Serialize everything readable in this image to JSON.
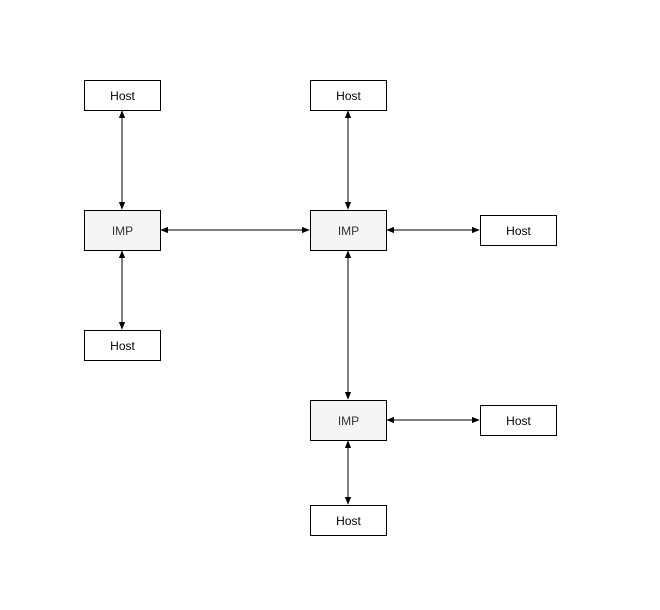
{
  "colors": {
    "background": "#ffffff",
    "stroke": "#000000",
    "imp_fill": "#f5f5f5",
    "imp_text": "#333333",
    "host_fill": "#ffffff",
    "host_text": "#000000"
  },
  "nodes": {
    "host_top_left": {
      "label": "Host",
      "kind": "host"
    },
    "host_top_middle": {
      "label": "Host",
      "kind": "host"
    },
    "imp_left": {
      "label": "IMP",
      "kind": "imp"
    },
    "imp_middle": {
      "label": "IMP",
      "kind": "imp"
    },
    "host_right_upper": {
      "label": "Host",
      "kind": "host"
    },
    "host_bottom_left": {
      "label": "Host",
      "kind": "host"
    },
    "imp_bottom": {
      "label": "IMP",
      "kind": "imp"
    },
    "host_right_lower": {
      "label": "Host",
      "kind": "host"
    },
    "host_bottom": {
      "label": "Host",
      "kind": "host"
    }
  },
  "edges": [
    {
      "from": "host_top_left",
      "to": "imp_left",
      "arrows": "both"
    },
    {
      "from": "imp_left",
      "to": "host_bottom_left",
      "arrows": "both"
    },
    {
      "from": "imp_left",
      "to": "imp_middle",
      "arrows": "both"
    },
    {
      "from": "host_top_middle",
      "to": "imp_middle",
      "arrows": "both"
    },
    {
      "from": "imp_middle",
      "to": "host_right_upper",
      "arrows": "both"
    },
    {
      "from": "imp_middle",
      "to": "imp_bottom",
      "arrows": "both"
    },
    {
      "from": "imp_bottom",
      "to": "host_right_lower",
      "arrows": "both"
    },
    {
      "from": "imp_bottom",
      "to": "host_bottom",
      "arrows": "both"
    }
  ]
}
